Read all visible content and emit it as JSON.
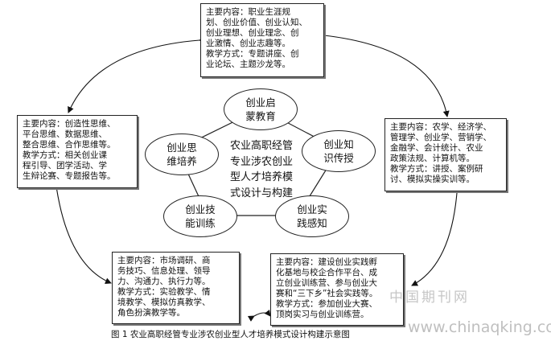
{
  "diagram": {
    "center": "农业高职经管专业涉农创业型人才培养模式设计与构建",
    "center_lines": [
      "农业高职经管",
      "专业涉农创业",
      "型人才培养模",
      "式设计与构建"
    ],
    "ellipses": {
      "top": {
        "lines": [
          "创业启",
          "蒙教育"
        ]
      },
      "left": {
        "lines": [
          "创业思",
          "维培养"
        ]
      },
      "right": {
        "lines": [
          "创业知",
          "识传授"
        ]
      },
      "bottom_left": {
        "lines": [
          "创业技",
          "能训练"
        ]
      },
      "bottom_right": {
        "lines": [
          "创业实",
          "践感知"
        ]
      }
    },
    "boxes": {
      "top": {
        "lines": [
          "主要内容：职业生涯规",
          "划、创业价值、创业认知、",
          "创业理想、创业理念、创",
          "业激情、创业志趣等。",
          "教学方式：专题讲座、创",
          "业论坛、主题沙龙等。"
        ]
      },
      "left": {
        "lines": [
          "主要内容：创造性思维、",
          "平台思维、数据思维、",
          "整合思维、合作思维等。",
          "教学方式：相关创业课",
          "程引导、团学活动、学",
          "生辩论赛、专题报告等。"
        ]
      },
      "right": {
        "lines": [
          "主要内容：农学、经济学、",
          "管理学、创业学、营销学、",
          "金融学、会计统计、农业",
          "政策法规、计算机等。",
          "教学方式：讲授、案例研",
          "讨、模拟实操实训等。"
        ]
      },
      "bottom_left": {
        "lines": [
          "主要内容：市场调研、商",
          "务技巧、信息处理、领导",
          "力、沟通力、执行力等。",
          "教学方式：实验教学、情",
          "境教学、模拟仿真教学、",
          "角色扮演教学等。"
        ]
      },
      "bottom_right": {
        "lines": [
          "主要内容：建设创业实践孵",
          "化基地与校企合作平台、成",
          "立创业训练营、参与创业大",
          "赛和“三下乡”社会实践等。",
          "教学方式：参加创业大赛、",
          "顶岗实习与创业训练营。"
        ]
      }
    },
    "caption": "图 1   农业高职经管专业涉农创业型人才培养模式设计构建示意图",
    "watermark_cn": "中国期刊网",
    "watermark_en": "www.chinaqking.com"
  }
}
